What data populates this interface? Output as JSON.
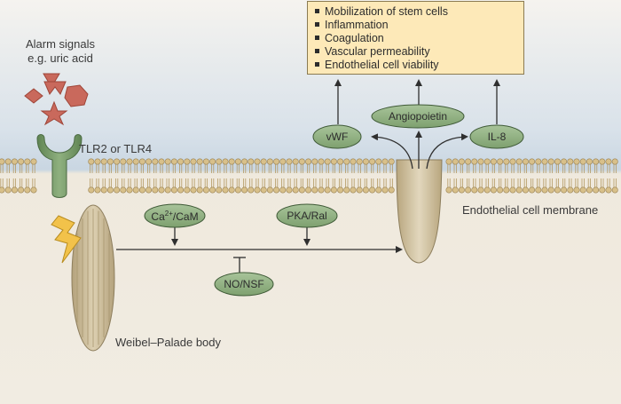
{
  "labels": {
    "alarm_signals_line1": "Alarm signals",
    "alarm_signals_line2": "e.g. uric acid",
    "receptor": "TLR2 or TLR4",
    "membrane": "Endothelial cell membrane",
    "weibel_palade": "Weibel–Palade body"
  },
  "nodes": {
    "vwf": "vWF",
    "angiopoietin": "Angiopoietin",
    "il8": "IL-8",
    "ca_prefix": "Ca",
    "ca_sup": "2+",
    "ca_suffix": "/CaM",
    "pka": "PKA/Ral",
    "no_nsf": "NO/NSF"
  },
  "effects": [
    "Mobilization of stem cells",
    "Inflammation",
    "Coagulation",
    "Vascular permeability",
    "Endothelial cell viability"
  ],
  "colors": {
    "background_top": "#d6e0ea",
    "background_bottom": "#efe9dd",
    "membrane_head": "#d8c08a",
    "node_fill": "#8faf80",
    "receptor_fill": "#6b8f5f",
    "alarm_signal_fill": "#c9695c",
    "vesicle_fill": "#cbbb98",
    "lightning": "#f2c24a",
    "effects_box": "#fde9b8"
  }
}
